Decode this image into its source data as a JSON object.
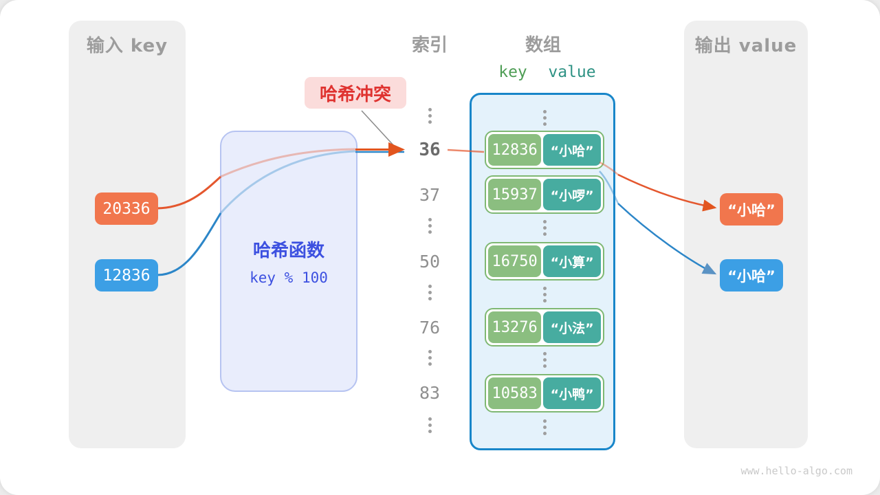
{
  "collision_label": "哈希冲突",
  "input_panel": {
    "title": "输入 key",
    "keys": [
      {
        "value": "20336",
        "color": "#f1764d"
      },
      {
        "value": "12836",
        "color": "#3c9fe5"
      }
    ]
  },
  "hash_box": {
    "title": "哈希函数",
    "formula": "key % 100"
  },
  "index_column": {
    "header": "索引",
    "rows": [
      "36",
      "37",
      "50",
      "76",
      "83"
    ],
    "highlighted_index": "36"
  },
  "array_panel": {
    "header": "数组",
    "key_header": "key",
    "value_header": "value",
    "rows": [
      {
        "key": "12836",
        "value": "“小哈”"
      },
      {
        "key": "15937",
        "value": "“小啰”"
      },
      {
        "key": "16750",
        "value": "“小算”"
      },
      {
        "key": "13276",
        "value": "“小法”"
      },
      {
        "key": "10583",
        "value": "“小鸭”"
      }
    ]
  },
  "output_panel": {
    "title": "输出 value",
    "values": [
      {
        "text": "“小哈”",
        "color": "#f1764d"
      },
      {
        "text": "“小哈”",
        "color": "#3c9fe5"
      }
    ]
  },
  "watermark": "www.hello-algo.com",
  "colors": {
    "orange": "#f1764d",
    "blue": "#3c9fe5",
    "key_green": "#8bbe80",
    "value_teal": "#47aca0",
    "collision_red": "#df3330",
    "collision_bg": "#fbdcdb",
    "hash_text_blue": "#3c50e0",
    "hash_box_bg": "#e9edfc",
    "array_border_blue": "#1886c9",
    "array_bg": "#e4f2fb",
    "panel_gray": "#efefef",
    "header_gray": "#9c9c9c"
  }
}
